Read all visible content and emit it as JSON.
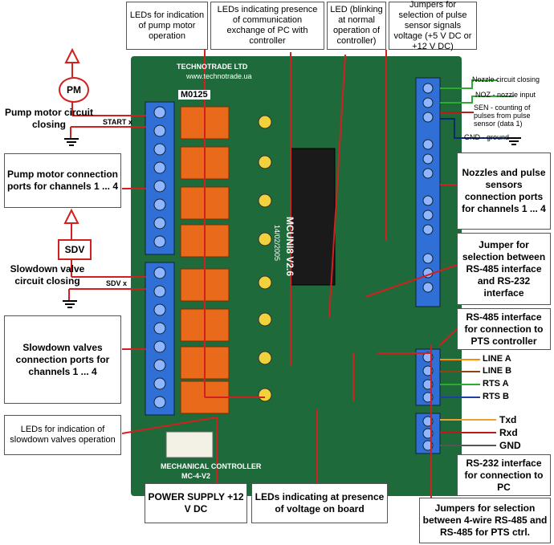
{
  "callouts": {
    "led_pump": "LEDs for indication of pump motor operation",
    "led_comm": "LEDs indicating presence of communication exchange of PC with controller",
    "led_blink": "LED (blinking at normal operation of controller)",
    "jumpers_pulse": "Jumpers for selection of pulse sensor signals voltage (+5 V DC or +12 V DC)",
    "pump_ports": "Pump motor connection ports for channels 1 ... 4",
    "nozzle_ports": "Nozzles and pulse sensors connection ports for channels 1 ... 4",
    "jumper_rs": "Jumper for selection between RS-485 interface and RS-232 interface",
    "rs485_iface": "RS-485 interface for connection to PTS controller",
    "slowdown_ports": "Slowdown valves connection ports for channels 1 ... 4",
    "led_slowdown": "LEDs for indication of slowdown valves operation",
    "power": "POWER SUPPLY +12 V DC",
    "led_voltage": "LEDs indicating at presence of voltage on board",
    "rs232_iface": "RS-232 interface for connection to PC",
    "jumpers_4wire": "Jumpers for selection between 4-wire RS-485 and RS-485 for PTS ctrl."
  },
  "labels": {
    "pump_circuit": "Pump motor circuit closing",
    "slowdown_circuit": "Slowdown valve circuit closing",
    "pm": "PM",
    "sdv": "SDV",
    "start_x": "START x",
    "sdv_x": "SDV x",
    "nozzle_closing": "Nozzle circuit closing",
    "noz_input": "NOZ - nozzle input",
    "sen_count": "SEN - counting of pulses from pulse sensor (data 1)",
    "gnd_ground": "GND - ground"
  },
  "signals": {
    "line_a": "LINE A",
    "line_b": "LINE B",
    "rts_a": "RTS A",
    "rts_b": "RTS B",
    "txd": "Txd",
    "rxd": "Rxd",
    "gnd": "GND"
  },
  "board": {
    "maker": "TECHNOTRADE LTD",
    "url": "www.technotrade.ua",
    "chip": "MCUNI8 V2.6",
    "date": "14/02/2005",
    "serial": "M0125",
    "footer": "MECHANICAL CONTROLLER",
    "model": "MC-4-V2"
  },
  "colors": {
    "board": "#1f6a3a",
    "terminal_blue": "#2f6fd6",
    "relay_orange": "#e86a1a",
    "arrow_red": "#d22020",
    "line_a": "#ff8c00",
    "line_b": "#8b4513",
    "rts_a": "#2eaa2e",
    "rts_b": "#1f3fa8",
    "txd": "#f0a030",
    "rxd": "#c01818",
    "noz": "#2eaa2e",
    "sen": "#c01818",
    "gnd": "#0b2a6e"
  }
}
